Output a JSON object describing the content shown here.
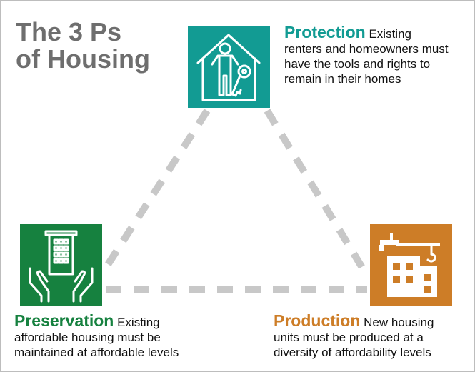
{
  "title": {
    "line1": "The 3 Ps",
    "line2": "of Housing"
  },
  "colors": {
    "protection": "#129b93",
    "preservation": "#16813f",
    "production": "#cd7d27",
    "title": "#6e6e6e",
    "dashes": "#c8c8c8"
  },
  "protection": {
    "heading": "Protection",
    "line1": "Existing",
    "line2": "renters and homeowners must",
    "line3": "have the tools and rights to",
    "line4": "remain in their homes",
    "icon": "house-person-key-icon"
  },
  "preservation": {
    "heading": "Preservation",
    "line1": "Existing",
    "line2": "affordable housing must be",
    "line3": "maintained at affordable levels",
    "icon": "building-in-hands-icon"
  },
  "production": {
    "heading": "Production",
    "line1": "New housing",
    "line2": "units must be produced at a",
    "line3": "diversity of affordability levels",
    "icon": "construction-crane-icon"
  }
}
